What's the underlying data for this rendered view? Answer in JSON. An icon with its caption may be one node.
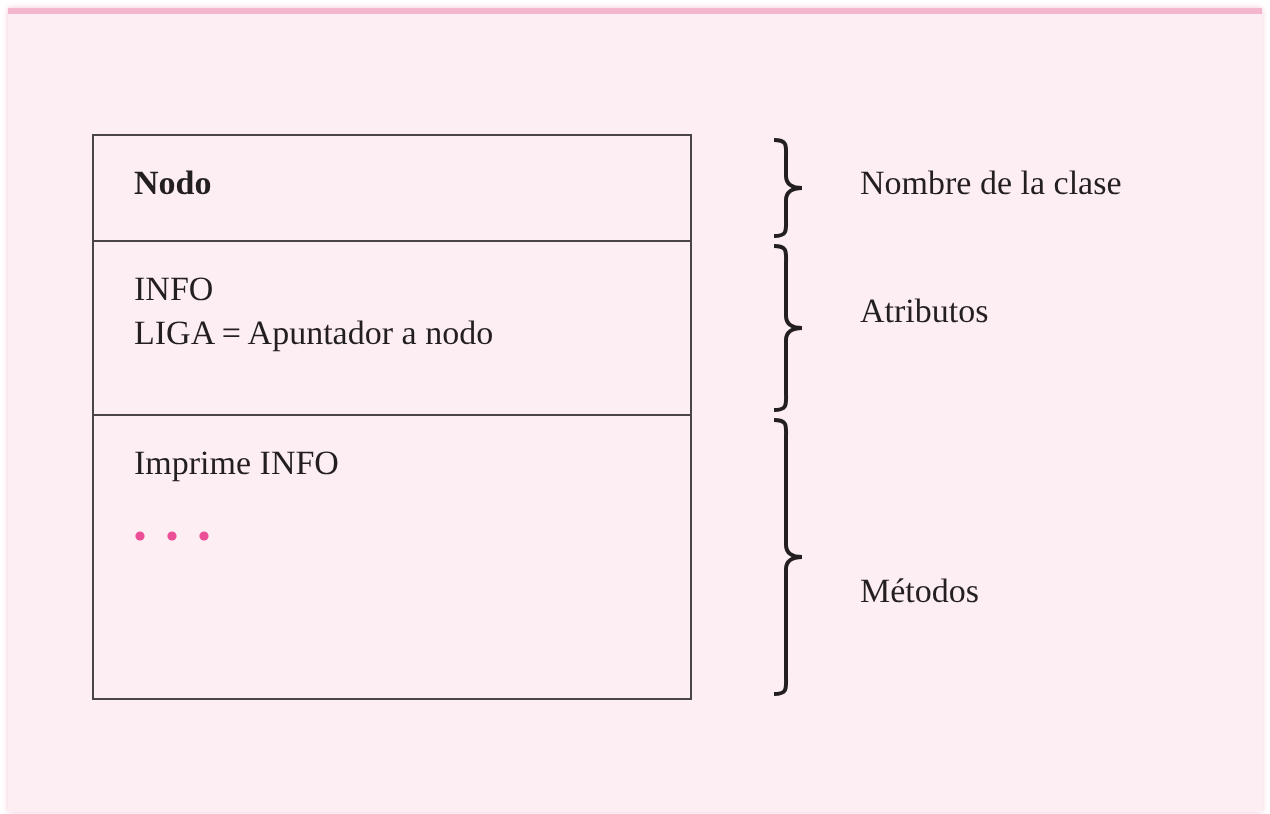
{
  "diagram": {
    "nodes": [
      {
        "text": [
          "Nodo"
        ]
      },
      {
        "text": [
          "INFO",
          "LIGA = Apuntador a nodo"
        ]
      },
      {
        "text": [
          "Imprime INFO"
        ]
      }
    ],
    "labels": [
      "Nombre de la clase",
      "Atributos",
      "Métodos"
    ]
  }
}
